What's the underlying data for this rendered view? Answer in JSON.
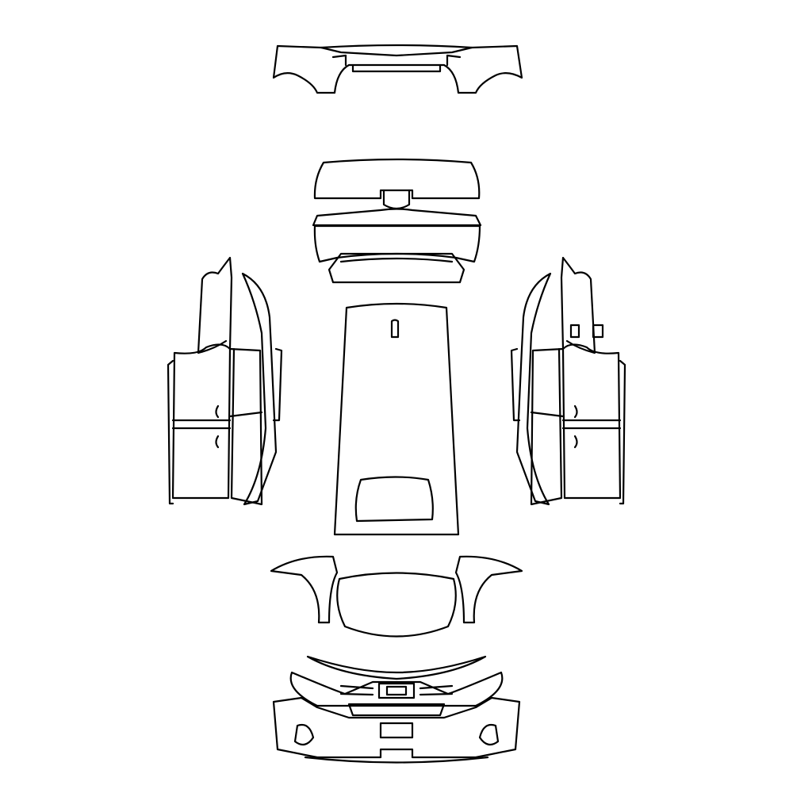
{
  "diagram": {
    "colors": {
      "background": "#ffffff",
      "stroke": "#000000"
    },
    "parts": [
      {
        "id": "rear-bumper"
      },
      {
        "id": "trunk-and-rear-panel"
      },
      {
        "id": "left-side-panels"
      },
      {
        "id": "roof-and-hood"
      },
      {
        "id": "right-side-panels"
      },
      {
        "id": "front-fenders-and-hood-edge"
      },
      {
        "id": "front-bumper-and-grille"
      }
    ]
  }
}
